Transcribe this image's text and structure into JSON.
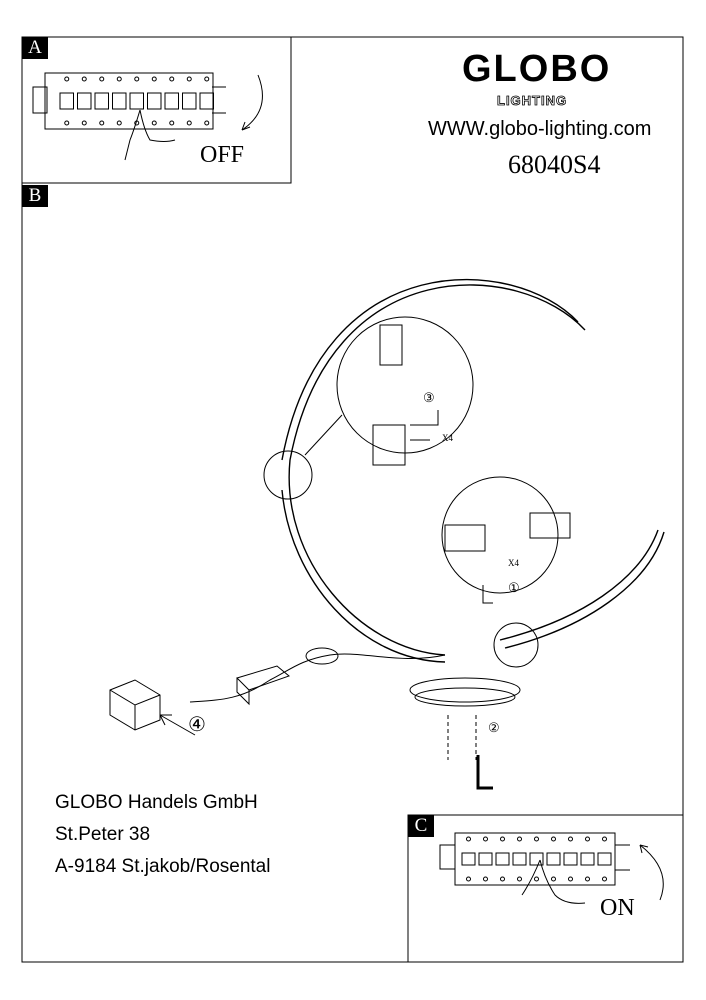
{
  "header": {
    "brand": "GLOBO",
    "brand_sub": "LIGHTING",
    "website": "WWW.globo-lighting.com",
    "model_number": "68040S4"
  },
  "steps": {
    "a": {
      "label": "A",
      "caption": "OFF"
    },
    "b": {
      "label": "B",
      "callout_3": "③",
      "callout_1": "①",
      "callout_2": "②",
      "callout_4": "④",
      "screw_count_top": "X4",
      "screw_count_bottom": "X4"
    },
    "c": {
      "label": "C",
      "caption": "ON"
    }
  },
  "address": {
    "company": "GLOBO Handels GmbH",
    "street": "St.Peter 38",
    "city": "A-9184 St.jakob/Rosental"
  }
}
